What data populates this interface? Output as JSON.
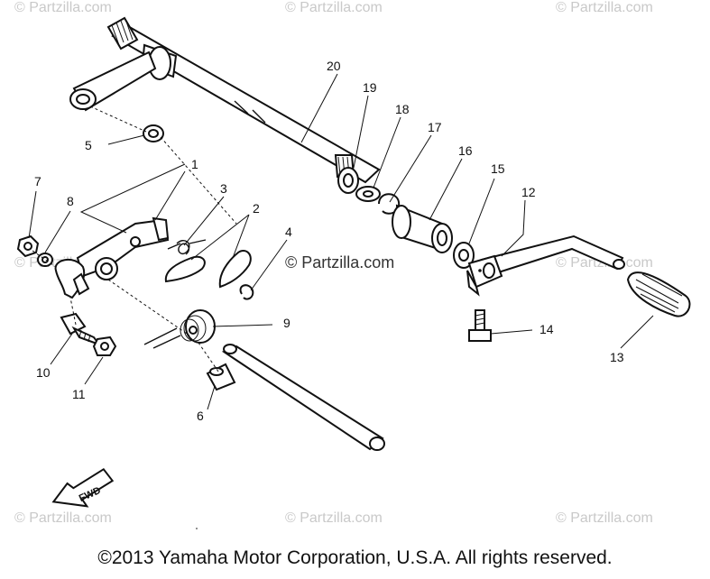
{
  "watermarks": {
    "corner": "© Partzilla.com",
    "center": "© Partzilla.com"
  },
  "callouts": [
    "1",
    "2",
    "3",
    "4",
    "5",
    "6",
    "7",
    "8",
    "9",
    "10",
    "11",
    "12",
    "13",
    "14",
    "15",
    "16",
    "17",
    "18",
    "19",
    "20"
  ],
  "fwd_label": "FWD",
  "copyright": "©2013 Yamaha Motor Corporation, U.S.A. All rights reserved."
}
